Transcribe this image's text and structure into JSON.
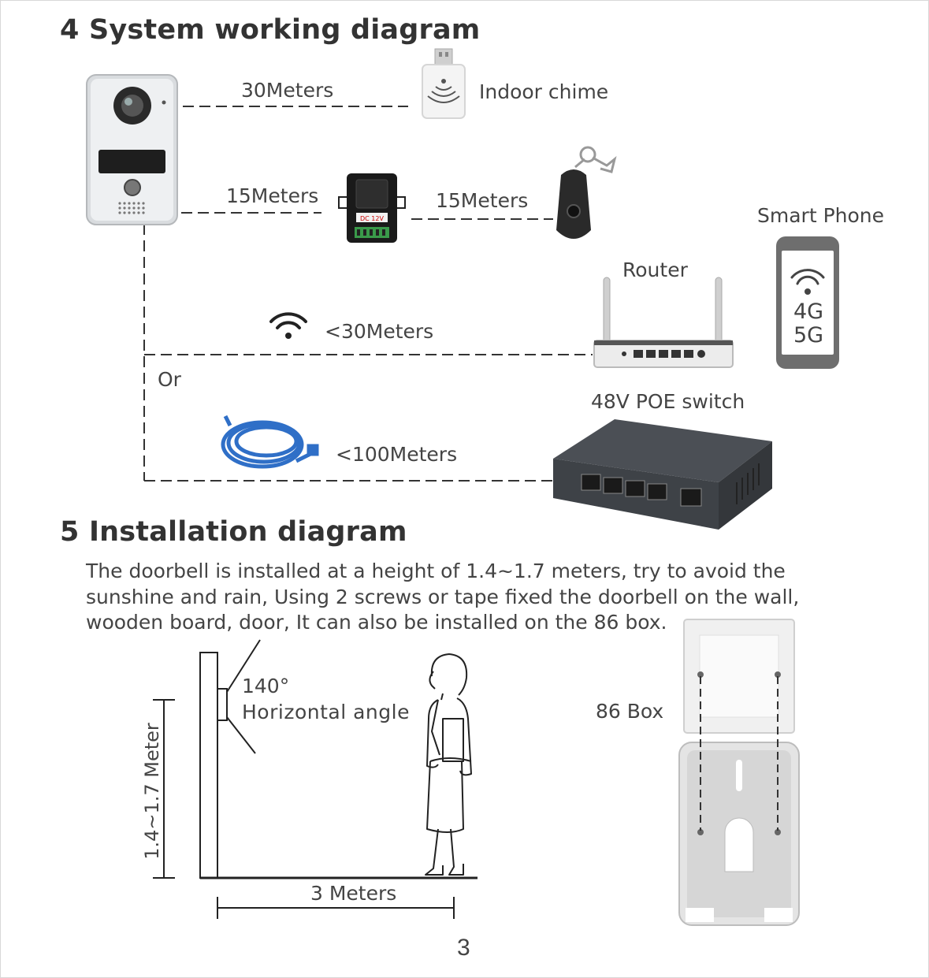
{
  "section4": {
    "title": "4 System working diagram",
    "chime_distance": "30Meters",
    "chime_label": "Indoor chime",
    "controller_distance": "15Meters",
    "remote_distance": "15Meters",
    "controller_badge": "DC 12V",
    "smartphone_label": "Smart Phone",
    "phone_network_1": "4G",
    "phone_network_2": "5G",
    "router_label": "Router",
    "wifi_distance": "<30Meters",
    "or_label": "Or",
    "poe_label": "48V POE switch",
    "cable_distance": "<100Meters"
  },
  "section5": {
    "title": "5  Installation diagram",
    "description_lines": [
      "The doorbell is installed at a height of 1.4~1.7 meters, try to avoid the",
      "sunshine and rain, Using 2 screws or tape fixed the doorbell on the wall,",
      "wooden board, door, It can also be installed on the 86 box."
    ],
    "angle_value": "140°",
    "angle_label": "Horizontal angle",
    "height_label": "1.4~1.7 Meter",
    "distance_label": "3 Meters",
    "box_label": "86 Box"
  },
  "page_number": "3"
}
